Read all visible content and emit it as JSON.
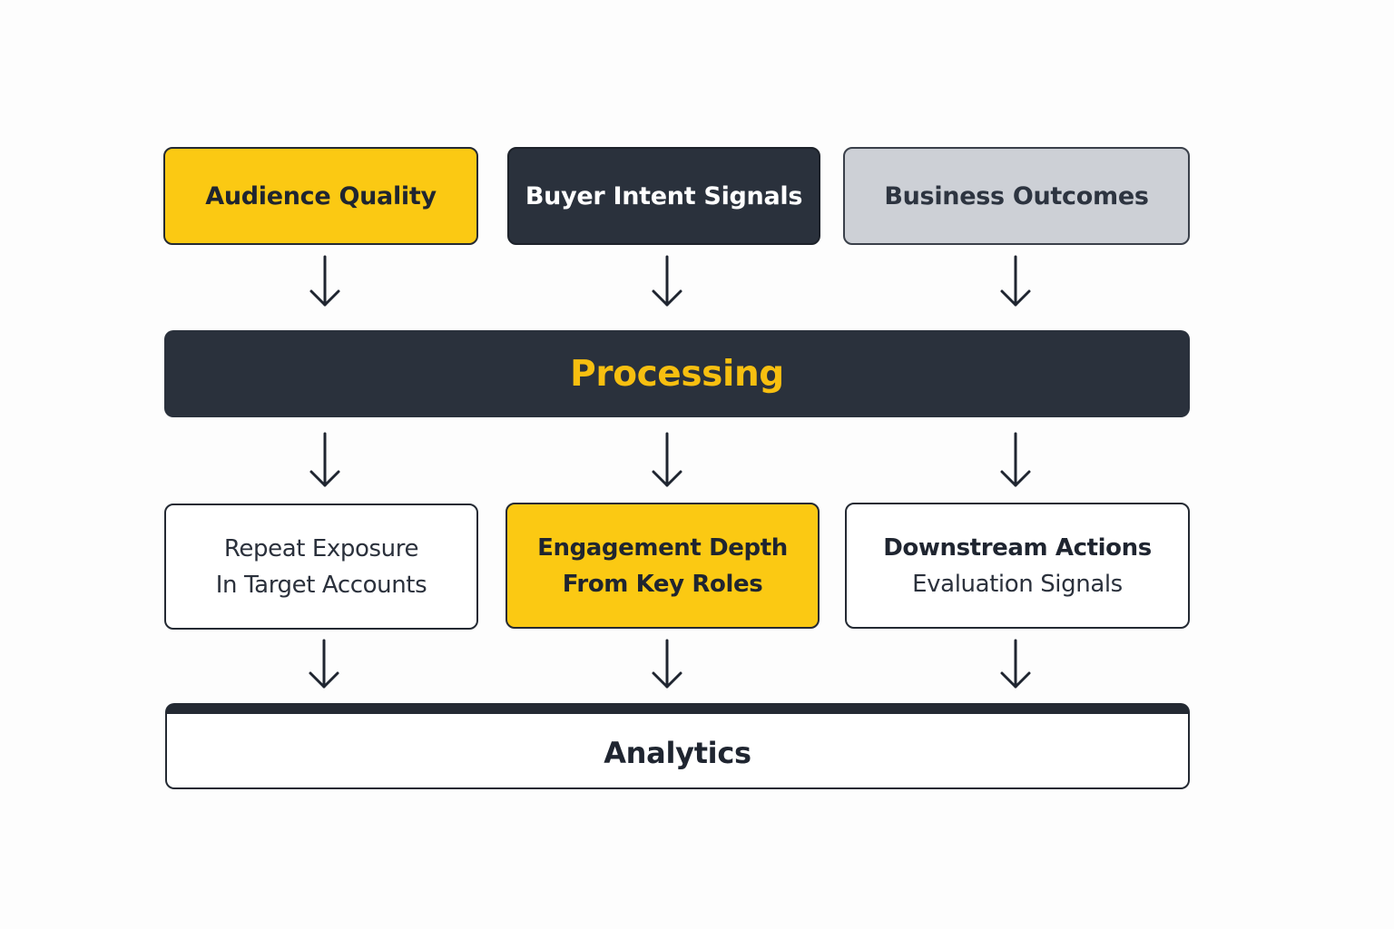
{
  "top_row": [
    {
      "label": "Audience Quality"
    },
    {
      "label": "Buyer Intent Signals"
    },
    {
      "label": "Business Outcomes"
    }
  ],
  "processing": {
    "label": "Processing"
  },
  "middle_row": [
    {
      "line1": "Repeat Exposure",
      "line2": "In Target Accounts"
    },
    {
      "line1": "Engagement Depth",
      "line2": "From Key Roles"
    },
    {
      "line1": "Downstream Actions",
      "line2": "Evaluation Signals"
    }
  ],
  "analytics": {
    "label": "Analytics"
  },
  "colors": {
    "accent_yellow": "#fbc913",
    "dark": "#2a313c",
    "grey": "#cdd0d6",
    "processing_text": "#f7bf10"
  }
}
